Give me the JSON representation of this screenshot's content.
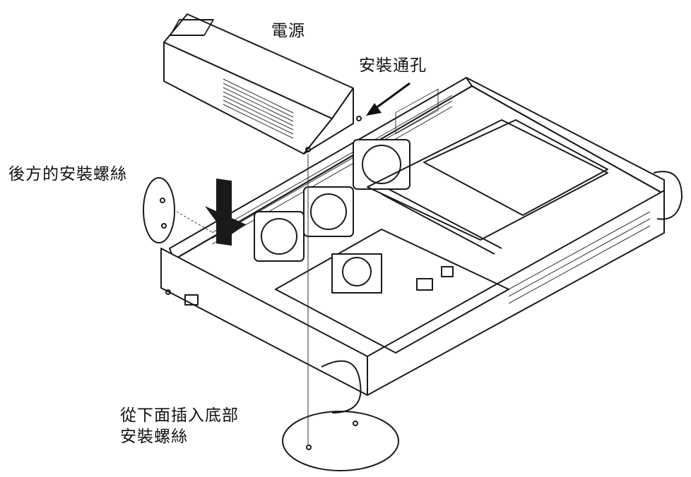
{
  "labels": {
    "power_supply": "電源",
    "mounting_holes": "安裝通孔",
    "rear_screws": "後方的安裝螺絲",
    "bottom_screws_line1": "從下面插入底部",
    "bottom_screws_line2": "安裝螺絲"
  }
}
